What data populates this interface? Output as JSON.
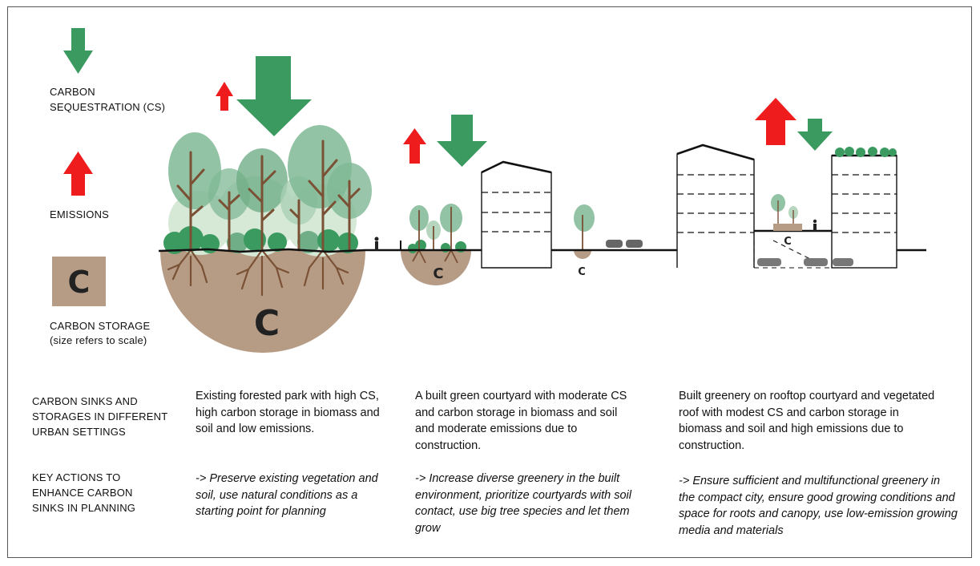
{
  "legend": {
    "cs_label": "CARBON SEQUESTRATION (CS)",
    "emissions_label": "EMISSIONS",
    "storage_label_1": "CARBON STORAGE",
    "storage_label_2": "(size refers to scale)",
    "storage_symbol": "C",
    "cs_color": "#3a9a5f",
    "emissions_color": "#ee1c1c",
    "storage_color": "#b69c85"
  },
  "row_labels": {
    "sinks": "CARBON SINKS AND STORAGES IN DIFFERENT URBAN SETTINGS",
    "actions": "KEY ACTIONS TO ENHANCE CARBON SINKS IN PLANNING"
  },
  "scenarios": [
    {
      "description": "Existing forested park with high CS, high carbon storage in biomass and soil and low emissions.",
      "action": "-> Preserve existing vegetation and soil, use natural conditions as a starting point for planning"
    },
    {
      "description": "A built green courtyard with moderate CS and carbon storage in biomass and soil and moderate emissions due to construction.",
      "action": "-> Increase diverse greenery in the built environment, prioritize courtyards with soil contact, use big tree species and let them grow"
    },
    {
      "description": "Built greenery on rooftop courtyard and vegetated roof with modest CS and carbon storage in biomass and soil and high emissions due to construction.",
      "action": "-> Ensure sufficient and multifunctional greenery in the compact city, ensure good growing conditions and space for roots and canopy, use low-emission growing media and materials"
    }
  ],
  "storage_marks": [
    "C",
    "C",
    "C",
    "C"
  ]
}
